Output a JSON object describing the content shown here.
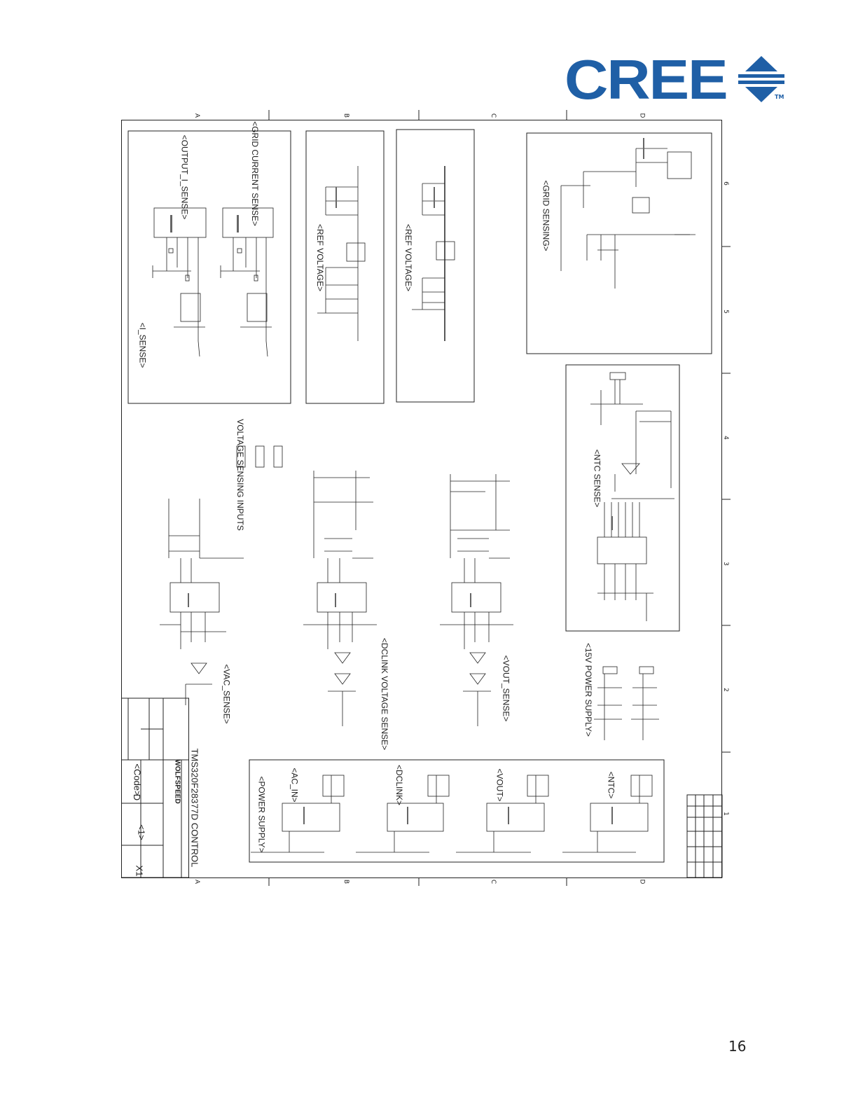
{
  "header": {
    "logo_text": "CREE",
    "logo_tm": "TM"
  },
  "schematic": {
    "zones_cols": [
      "A",
      "B",
      "C",
      "D"
    ],
    "zones_rows": [
      "6",
      "5",
      "4",
      "3",
      "2",
      "1"
    ],
    "blocks": {
      "output_i_sense": "<OUTPUT_I_SENSE>",
      "grid_current_sense": "<GRID CURRENT SENSE>",
      "i_sense": "<I_SENSE>",
      "ref_voltage_1": "<REF VOLTAGE>",
      "ref_voltage_2": "<REF VOLTAGE>",
      "grid_sensing": "<GRID SENSING>",
      "voltage_sensing_inputs": "VOLTAGE SENSING INPUTS",
      "vac_sense": "<VAC_SENSE>",
      "dclink_voltage_sense": "<DCLINK VOLTAGE SENSE>",
      "vout_sense": "<VOUT_SENSE>",
      "ntc_sense": "<NTC SENSE>",
      "power_supply_15v": "<15V POWER SUPPLY>",
      "power_supply": "<POWER SUPPLY>",
      "ac_in": "<AC_IN>",
      "dclink": "<DCLINK>",
      "vout": "<VOUT>",
      "ntc": "<NTC>"
    },
    "title_block": {
      "title": "TMS320F28377D CONTROL",
      "company": "WOLFSPEED",
      "code": "<Code>",
      "size": "D",
      "sheet": "<1>",
      "rev": "X1"
    }
  },
  "footer": {
    "page_number": "16"
  }
}
